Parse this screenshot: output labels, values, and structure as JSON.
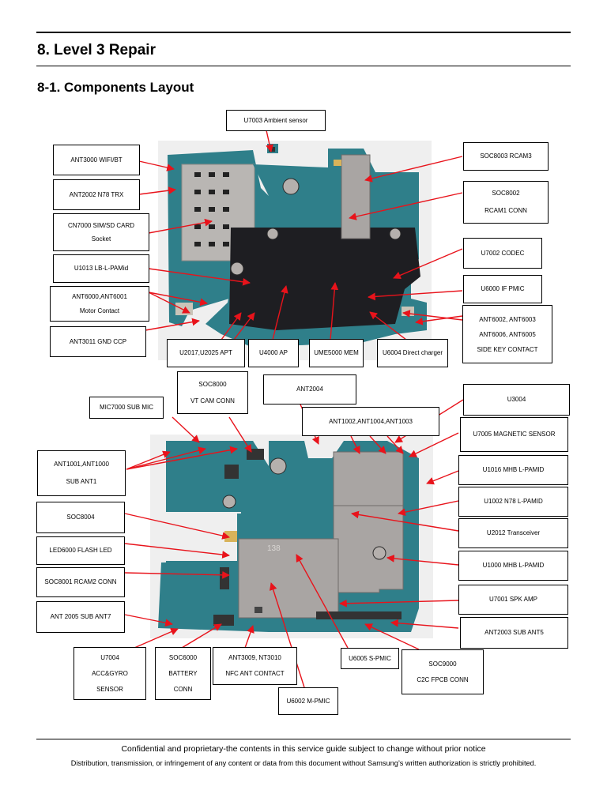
{
  "heading": "8. Level 3 Repair",
  "subheading": "8-1. Components Layout",
  "top_labels": [
    {
      "lines": [
        "U7003 Ambient sensor"
      ]
    },
    {
      "lines": [
        "ANT3000 WIFI/BT"
      ]
    },
    {
      "lines": [
        "ANT2002 N78 TRX"
      ]
    },
    {
      "lines": [
        "CN7000 SIM/SD CARD",
        "Socket"
      ]
    },
    {
      "lines": [
        "U1013 LB-L-PAMid"
      ]
    },
    {
      "lines": [
        "ANT6000,ANT6001",
        "Motor Contact"
      ]
    },
    {
      "lines": [
        "ANT3011 GND CCP"
      ]
    },
    {
      "lines": [
        "U2017,U2025 APT"
      ]
    },
    {
      "lines": [
        "U4000 AP"
      ]
    },
    {
      "lines": [
        "UME5000 MEM"
      ]
    },
    {
      "lines": [
        "U6004 Direct charger"
      ]
    },
    {
      "lines": [
        "SOC8003 RCAM3"
      ]
    },
    {
      "lines": [
        "SOC8002",
        "RCAM1 CONN"
      ]
    },
    {
      "lines": [
        "U7002 CODEC"
      ]
    },
    {
      "lines": [
        "U6000 IF PMIC"
      ]
    },
    {
      "lines": [
        "ANT6002, ANT6003",
        "ANT6006, ANT6005",
        "SIDE KEY CONTACT"
      ]
    }
  ],
  "bottom_labels": [
    {
      "lines": [
        "SOC8000",
        "VT CAM CONN"
      ]
    },
    {
      "lines": [
        "ANT2004"
      ]
    },
    {
      "lines": [
        "MIC7000 SUB MIC"
      ]
    },
    {
      "lines": [
        "ANT1002,ANT1004,ANT1003"
      ]
    },
    {
      "lines": [
        "ANT1001,ANT1000",
        "SUB ANT1"
      ]
    },
    {
      "lines": [
        "SOC8004"
      ]
    },
    {
      "lines": [
        "LED6000 FLASH LED"
      ]
    },
    {
      "lines": [
        "SOC8001 RCAM2 CONN"
      ]
    },
    {
      "lines": [
        "ANT 2005 SUB ANT7"
      ]
    },
    {
      "lines": [
        "U7004",
        "ACC&GYRO",
        "SENSOR"
      ]
    },
    {
      "lines": [
        "SOC6000",
        "BATTERY",
        "CONN"
      ]
    },
    {
      "lines": [
        "ANT3009, NT3010",
        "NFC ANT CONTACT"
      ]
    },
    {
      "lines": [
        "U6002 M-PMIC"
      ]
    },
    {
      "lines": [
        "U6005 S-PMIC"
      ]
    },
    {
      "lines": [
        "SOC9000",
        "C2C FPCB CONN"
      ]
    },
    {
      "lines": [
        "U3004"
      ]
    },
    {
      "lines": [
        "U7005 MAGNETIC SENSOR"
      ]
    },
    {
      "lines": [
        "U1016 MHB L-PAMID"
      ]
    },
    {
      "lines": [
        "U1002 N78 L-PAMID"
      ]
    },
    {
      "lines": [
        "U2012 Transceiver"
      ]
    },
    {
      "lines": [
        "U1000 MHB L-PAMID"
      ]
    },
    {
      "lines": [
        "U7001 SPK AMP"
      ]
    },
    {
      "lines": [
        "ANT2003 SUB ANT5"
      ]
    }
  ],
  "board_marking": "138",
  "footer": {
    "line1": "Confidential and proprietary-the contents in this service guide subject to change without prior notice",
    "line2": "Distribution, transmission, or infringement of any content or data from this document without Samsung’s written authorization is strictly prohibited."
  },
  "colors": {
    "arrow": "#e8131b",
    "pcb": "#2f7f8a",
    "shield": "#1e1e22",
    "metal": "#a9a5a3"
  }
}
